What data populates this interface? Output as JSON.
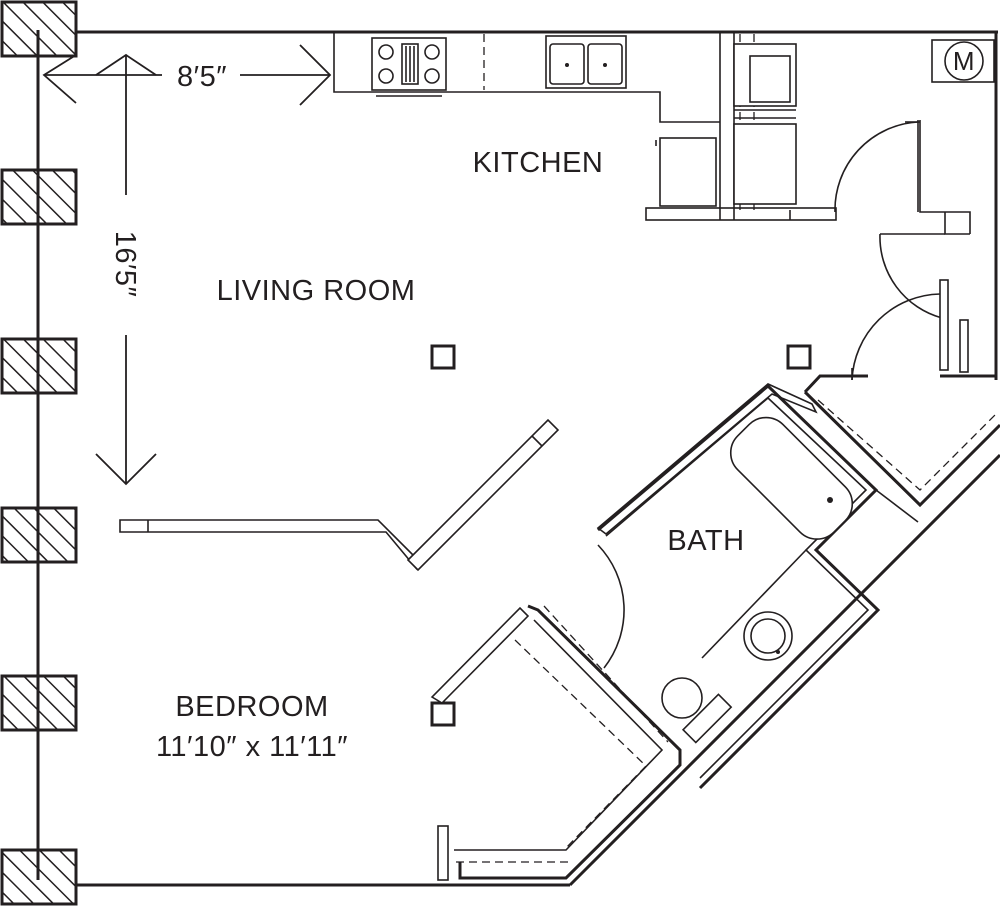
{
  "rooms": {
    "kitchen": "KITCHEN",
    "living_room": "LIVING ROOM",
    "bath": "BATH",
    "bedroom": "BEDROOM",
    "bedroom_size": "11′10″ x 11′11″"
  },
  "dimensions": {
    "living_width": "8′5″",
    "living_depth": "16′5″"
  },
  "mechanical_symbol": "M",
  "colors": {
    "line": "#231f20",
    "background": "#ffffff"
  }
}
